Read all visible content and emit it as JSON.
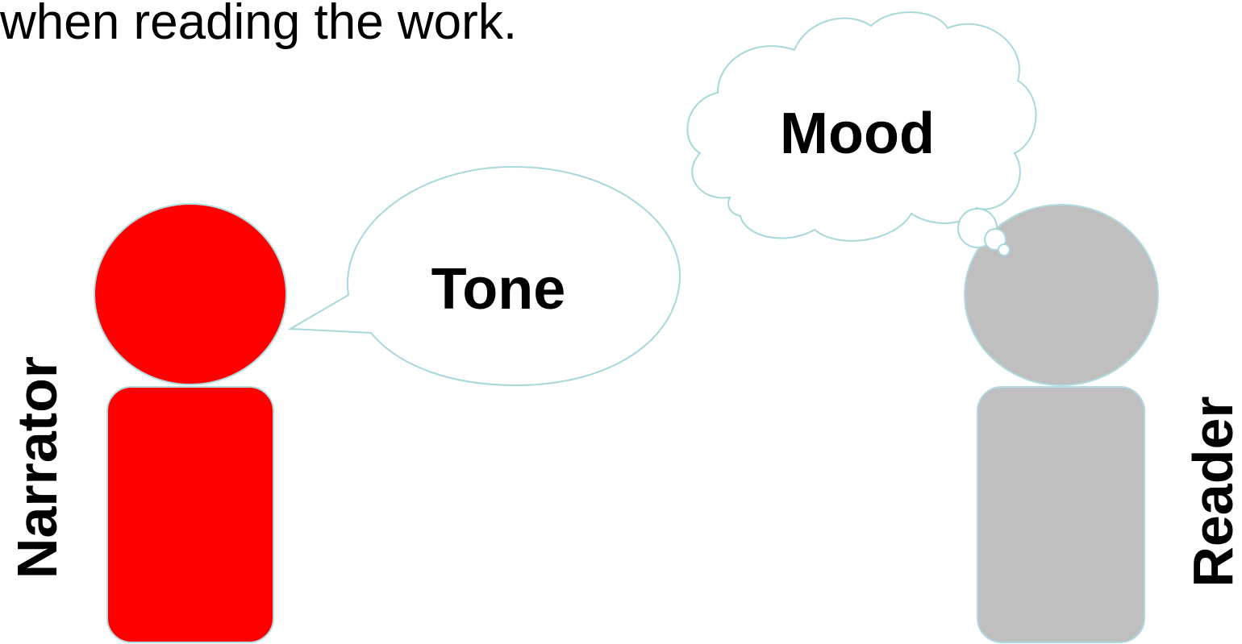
{
  "caption": "when reading the work.",
  "speech_bubble": {
    "label": "Tone"
  },
  "thought_bubble": {
    "label": "Mood"
  },
  "narrator": {
    "label": "Narrator",
    "color": "#ff0000"
  },
  "reader": {
    "label": "Reader",
    "color": "#bfbfbf"
  },
  "outline_color": "#a8d8dc"
}
